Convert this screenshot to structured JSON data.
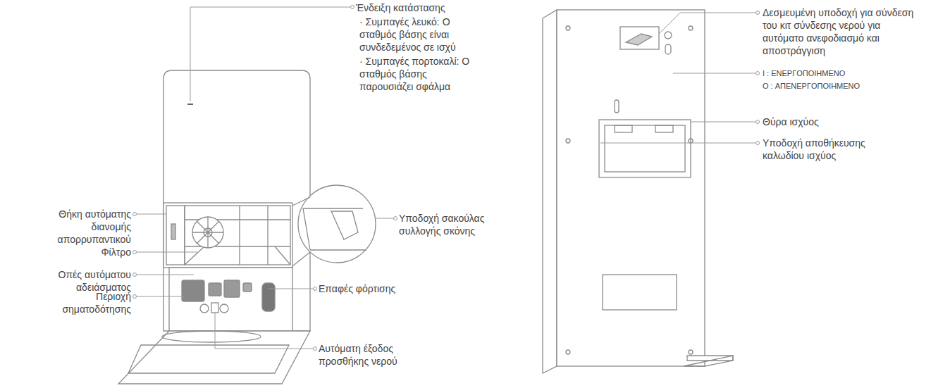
{
  "diagram": {
    "labels": [
      "Ένδειξη κατάστασης",
      "· Συμπαγές λευκό: Ο σταθμός βάσης είναι συνδεδεμένος σε ισχύ",
      "· Συμπαγές πορτοκαλί: Ο σταθμός βάσης παρουσιάζει σφάλμα",
      "Θήκη αυτόματης διανομής απορρυπαντικού",
      "Φίλτρο",
      "Οπές αυτόματου αδειάσματος",
      "Περιοχή σηματοδότησης",
      "Υποδοχή σακούλας συλλογής σκόνης",
      "Επαφές φόρτισης",
      "Αυτόματη έξοδος προσθήκης νερού",
      "Δεσμευμένη υποδοχή για σύνδεση του κιτ σύνδεσης νερού για αυτόματο ανεφοδιασμό και αποστράγγιση",
      "I : ΕΝΕΡΓΟΠΟΙΗΜΕΝΟ",
      "O : ΑΠΕΝΕΡΓΟΠΟΙΗΜΕΝΟ",
      "Θύρα ισχύος",
      "Υποδοχή αποθήκευσης καλωδίου ισχύος"
    ]
  }
}
